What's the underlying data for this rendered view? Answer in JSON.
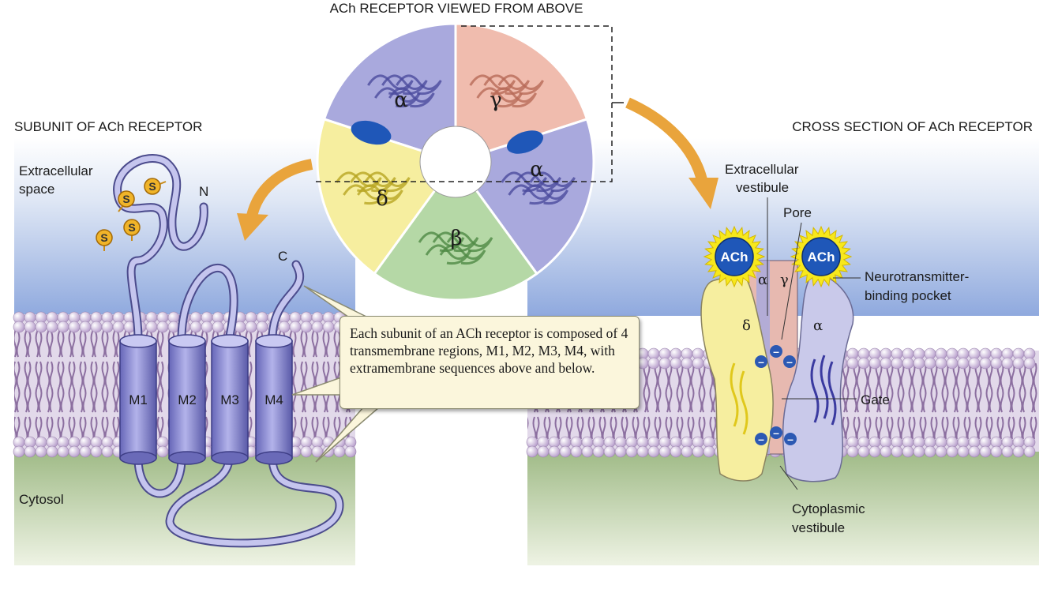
{
  "titles": {
    "top": "ACh RECEPTOR VIEWED FROM ABOVE",
    "left": "SUBUNIT OF ACh RECEPTOR",
    "right": "CROSS SECTION OF ACh RECEPTOR"
  },
  "left_panel": {
    "extracellular": [
      "Extracellular",
      "space"
    ],
    "cytosol": "Cytosol",
    "n_terminus": "N",
    "c_terminus": "C",
    "segments": [
      "M1",
      "M2",
      "M3",
      "M4"
    ],
    "disulfide_label": "S"
  },
  "top_view": {
    "subunits": [
      "α",
      "γ",
      "α",
      "β",
      "δ"
    ]
  },
  "callout": {
    "text": "Each subunit of an ACh receptor is composed of 4 transmembrane regions, M1, M2, M3, M4, with extramembrane sequences above and below."
  },
  "right_panel": {
    "extracellular_vestibule": [
      "Extracellular",
      "vestibule"
    ],
    "pore": "Pore",
    "binding_pocket": [
      "Neurotransmitter-",
      "binding pocket"
    ],
    "gate": "Gate",
    "cytoplasmic_vestibule": [
      "Cytoplasmic",
      "vestibule"
    ],
    "ligand": "ACh",
    "subunit_labels": [
      "α",
      "γ",
      "δ",
      "α"
    ],
    "charge_symbol": "–"
  },
  "colors": {
    "alpha": "#a9a9dd",
    "gamma": "#f0bcae",
    "beta": "#b5d8a6",
    "delta": "#f6ee9f",
    "helix": "#7c7ccc",
    "membrane_head": "#c8b4d8",
    "arrow": "#e9a43c"
  }
}
